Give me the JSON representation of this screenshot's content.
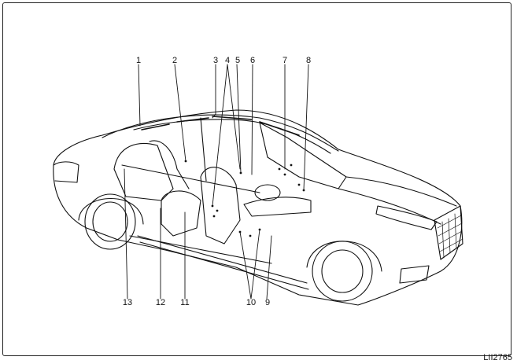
{
  "diagram": {
    "callouts": [
      "1",
      "2",
      "3",
      "4",
      "5",
      "6",
      "7",
      "8",
      "9",
      "10",
      "11",
      "12",
      "13"
    ],
    "figure_id": "LII2765"
  },
  "colors": {
    "line": "#111111",
    "background": "#ffffff"
  }
}
